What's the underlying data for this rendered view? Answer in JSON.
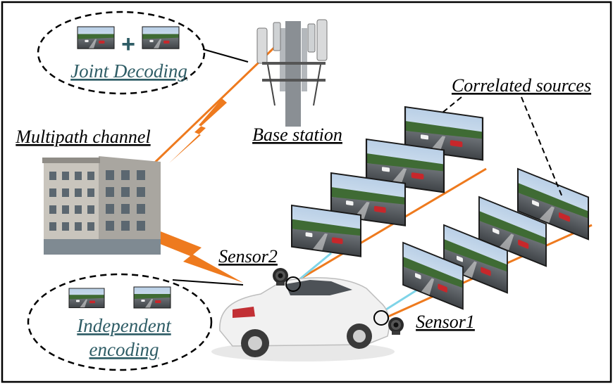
{
  "labels": {
    "joint_decoding": "Joint Decoding",
    "base_station": "Base station",
    "correlated_sources": "Correlated sources",
    "multipath_channel": "Multipath channel",
    "sensor2": "Sensor2",
    "sensor1": "Sensor1",
    "independent_encoding_line1": "Independent",
    "independent_encoding_line2": "encoding"
  },
  "symbols": {
    "plus": "+"
  },
  "colors": {
    "signal_orange": "#ee7a1e",
    "cyan_link": "#7fd4e8",
    "teal_text": "#2f5d66",
    "frame": "#000000"
  },
  "icons": [
    "base-station-tower-icon",
    "building-icon",
    "car-icon",
    "camera-sensor-icon",
    "lightning-bolt-icon",
    "image-frame-icon"
  ]
}
